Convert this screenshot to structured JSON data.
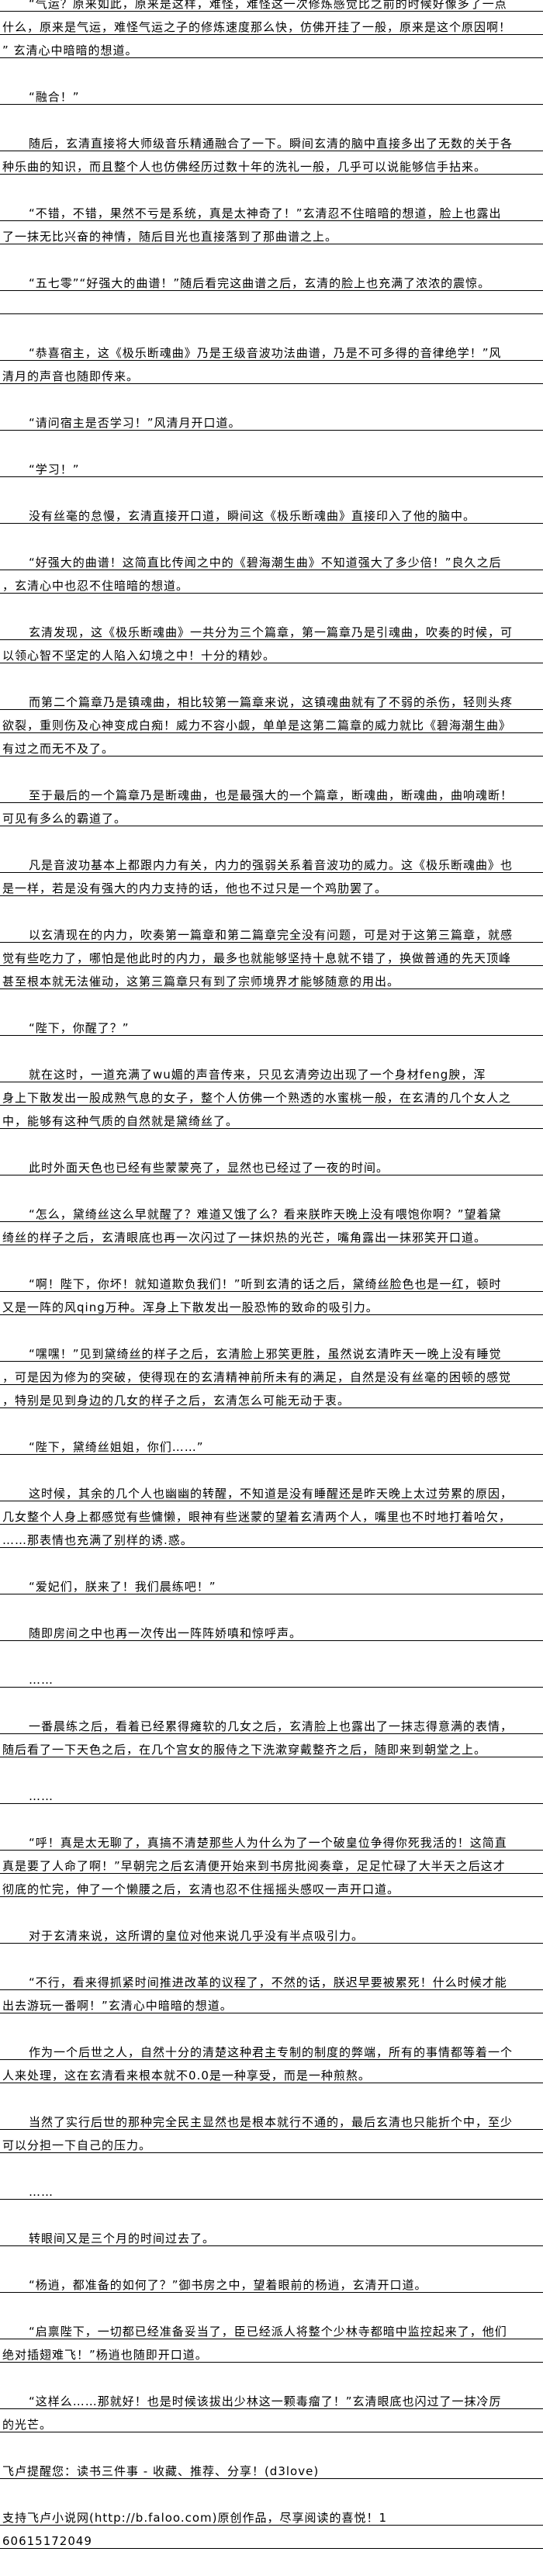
{
  "paragraphs": [
    {
      "indent": true,
      "lines": [
        "“气运？原来如此，原来是这样，难怪，难怪这一次修炼感觉比之前的时候好像多了一点",
        "什么，原来是气运，难怪气运之子的修炼速度那么快，仿佛开挂了一般，原来是这个原因啊！",
        "” 玄清心中暗暗的想道。"
      ]
    },
    {
      "indent": true,
      "lines": [
        "“融合！”"
      ]
    },
    {
      "indent": true,
      "lines": [
        "随后，玄清直接将大师级音乐精通融合了一下。瞬间玄清的脑中直接多出了无数的关于各",
        "种乐曲的知识，而且整个人也仿佛经历过数十年的洗礼一般，几乎可以说能够信手拈来。"
      ]
    },
    {
      "indent": true,
      "lines": [
        "“不错，不错，果然不亏是系统，真是太神奇了！”玄清忍不住暗暗的想道，脸上也露出",
        "了一抹无比兴奋的神情，随后目光也直接落到了那曲谱之上。"
      ]
    },
    {
      "indent": true,
      "lines": [
        "“五七零”“好强大的曲谱！”随后看完这曲谱之后，玄清的脸上也充满了浓浓的震惊。",
        ""
      ]
    },
    {
      "indent": true,
      "lines": [
        "“恭喜宿主，这《极乐断魂曲》乃是王级音波功法曲谱，乃是不可多得的音律绝学！”风",
        "清月的声音也随即传来。"
      ]
    },
    {
      "indent": true,
      "lines": [
        "“请问宿主是否学习！”风清月开口道。"
      ]
    },
    {
      "indent": true,
      "lines": [
        "“学习！”"
      ]
    },
    {
      "indent": true,
      "lines": [
        "没有丝毫的怠慢，玄清直接开口道，瞬间这《极乐断魂曲》直接印入了他的脑中。"
      ]
    },
    {
      "indent": true,
      "lines": [
        "“好强大的曲谱！这简直比传闻之中的《碧海潮生曲》不知道强大了多少倍！”良久之后",
        "，玄清心中也忍不住暗暗的想道。"
      ]
    },
    {
      "indent": true,
      "lines": [
        "玄清发现，这《极乐断魂曲》一共分为三个篇章，第一篇章乃是引魂曲，吹奏的时候，可",
        "以领心智不坚定的人陷入幻境之中！十分的精妙。"
      ]
    },
    {
      "indent": true,
      "lines": [
        "而第二个篇章乃是镇魂曲，相比较第一篇章来说，这镇魂曲就有了不弱的杀伤，轻则头疼",
        "欲裂，重则伤及心神变成白痴！威力不容小觑，单单是这第二篇章的威力就比《碧海潮生曲》",
        "有过之而无不及了。"
      ]
    },
    {
      "indent": true,
      "lines": [
        "至于最后的一个篇章乃是断魂曲，也是最强大的一个篇章，断魂曲，断魂曲，曲响魂断！",
        "可见有多么的霸道了。"
      ]
    },
    {
      "indent": true,
      "lines": [
        "凡是音波功基本上都跟内力有关，内力的强弱关系着音波功的威力。这《极乐断魂曲》也",
        "是一样，若是没有强大的内力支持的话，他也不过只是一个鸡肋罢了。"
      ]
    },
    {
      "indent": true,
      "lines": [
        "以玄清现在的内力，吹奏第一篇章和第二篇章完全没有问题，可是对于这第三篇章，就感",
        "觉有些吃力了，哪怕是他此时的内力，最多也就能够坚持十息就不错了，换做普通的先天顶峰",
        "甚至根本就无法催动，这第三篇章只有到了宗师境界才能够随意的用出。"
      ]
    },
    {
      "indent": true,
      "lines": [
        "“陛下，你醒了？”"
      ]
    },
    {
      "indent": true,
      "lines": [
        "就在这时，一道充满了wu媚的声音传来，只见玄清旁边出现了一个身材feng腴，浑",
        "身上下散发出一股成熟气息的女子，整个人仿佛一个熟透的水蜜桃一般，在玄清的几个女人之",
        "中，能够有这种气质的自然就是黛绮丝了。"
      ]
    },
    {
      "indent": true,
      "lines": [
        "此时外面天色也已经有些蒙蒙亮了，显然也已经过了一夜的时间。"
      ]
    },
    {
      "indent": true,
      "lines": [
        "“怎么，黛绮丝这么早就醒了？难道又饿了么？看来朕昨天晚上没有喂饱你啊？”望着黛",
        "绮丝的样子之后，玄清眼底也再一次闪过了一抹炽热的光芒，嘴角露出一抹邪笑开口道。"
      ]
    },
    {
      "indent": true,
      "lines": [
        "“啊！陛下，你坏！就知道欺负我们！”听到玄清的话之后，黛绮丝脸色也是一红，顿时",
        "又是一阵的风qing万种。浑身上下散发出一股恐怖的致命的吸引力。"
      ]
    },
    {
      "indent": true,
      "lines": [
        "“嘿嘿！”见到黛绮丝的样子之后，玄清脸上邪笑更胜，虽然说玄清昨天一晚上没有睡觉",
        "，可是因为修为的突破，使得现在的玄清精神前所未有的满足，自然是没有丝毫的困顿的感觉",
        "，特别是见到身边的几女的样子之后，玄清怎么可能无动于衷。"
      ]
    },
    {
      "indent": true,
      "lines": [
        "“陛下，黛绮丝姐姐，你们……”"
      ]
    },
    {
      "indent": true,
      "lines": [
        "这时候，其余的几个人也幽幽的转醒，不知道是没有睡醒还是昨天晚上太过劳累的原因，",
        "几女整个人身上都感觉有些慵懒，眼神有些迷蒙的望着玄清两个人，嘴里也不时地打着哈欠，",
        "……那表情也充满了别样的诱.惑。"
      ]
    },
    {
      "indent": true,
      "lines": [
        "“爱妃们，朕来了！我们晨练吧！”"
      ]
    },
    {
      "indent": true,
      "lines": [
        "随即房间之中也再一次传出一阵阵娇嗔和惊呼声。"
      ]
    },
    {
      "indent": true,
      "lines": [
        "……"
      ]
    },
    {
      "indent": true,
      "lines": [
        "一番晨练之后，看着已经累得瘫软的几女之后，玄清脸上也露出了一抹志得意满的表情，",
        "随后看了一下天色之后，在几个宫女的服侍之下洗漱穿戴整齐之后，随即来到朝堂之上。"
      ]
    },
    {
      "indent": true,
      "lines": [
        "……"
      ]
    },
    {
      "indent": true,
      "lines": [
        "“呼！真是太无聊了，真搞不清楚那些人为什么为了一个破皇位争得你死我活的！这简直",
        "真是要了人命了啊！”早朝完之后玄清便开始来到书房批阅奏章，足足忙碌了大半天之后这才",
        "彻底的忙完，伸了一个懒腰之后，玄清也忍不住摇摇头感叹一声开口道。"
      ]
    },
    {
      "indent": true,
      "lines": [
        "对于玄清来说，这所谓的皇位对他来说几乎没有半点吸引力。"
      ]
    },
    {
      "indent": true,
      "lines": [
        "“不行，看来得抓紧时间推进改革的议程了，不然的话，朕迟早要被累死！什么时候才能",
        "出去游玩一番啊！”玄清心中暗暗的想道。"
      ]
    },
    {
      "indent": true,
      "lines": [
        "作为一个后世之人，自然十分的清楚这种君主专制的制度的弊端，所有的事情都等着一个",
        "人来处理，这在玄清看来根本就不0.0是一种享受，而是一种煎熬。"
      ]
    },
    {
      "indent": true,
      "lines": [
        "当然了实行后世的那种完全民主显然也是根本就行不通的，最后玄清也只能折个中，至少",
        "可以分担一下自己的压力。"
      ]
    },
    {
      "indent": true,
      "lines": [
        "……"
      ]
    },
    {
      "indent": true,
      "lines": [
        "转眼间又是三个月的时间过去了。"
      ]
    },
    {
      "indent": true,
      "lines": [
        "“杨逍，都准备的如何了？”御书房之中，望着眼前的杨逍，玄清开口道。"
      ]
    },
    {
      "indent": true,
      "lines": [
        "“启禀陛下，一切都已经准备妥当了，臣已经派人将整个少林寺都暗中监控起来了，他们",
        "绝对插翅难飞！”杨逍也随即开口道。"
      ]
    },
    {
      "indent": true,
      "lines": [
        "“这样么……那就好！也是时候该拔出少林这一颗毒瘤了！”玄清眼底也闪过了一抹冷厉",
        "的光芒。"
      ]
    },
    {
      "indent": false,
      "lines": [
        "飞卢提醒您：读书三件事 - 收藏、推荐、分享！(d3love)"
      ]
    },
    {
      "indent": false,
      "lines": [
        "支持飞卢小说网(http://b.faloo.com)原创作品，尽享阅读的喜悦！1",
        "60615172049"
      ]
    }
  ]
}
